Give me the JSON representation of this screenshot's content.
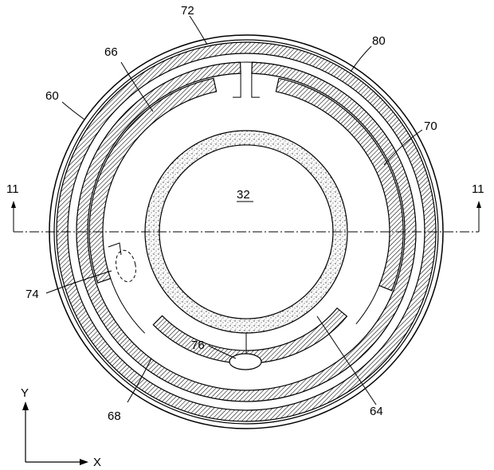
{
  "labels": {
    "ref_72": "72",
    "ref_80": "80",
    "ref_66": "66",
    "ref_60": "60",
    "ref_70": "70",
    "ref_32": "32",
    "ref_11_left": "11",
    "ref_11_right": "11",
    "ref_74": "74",
    "ref_76": "76",
    "ref_68": "68",
    "ref_64": "64",
    "axis_y": "Y",
    "axis_x": "X"
  },
  "colors": {
    "line": "#000000",
    "hatch": "#000000",
    "stipple": "#000000",
    "background": "#ffffff"
  }
}
